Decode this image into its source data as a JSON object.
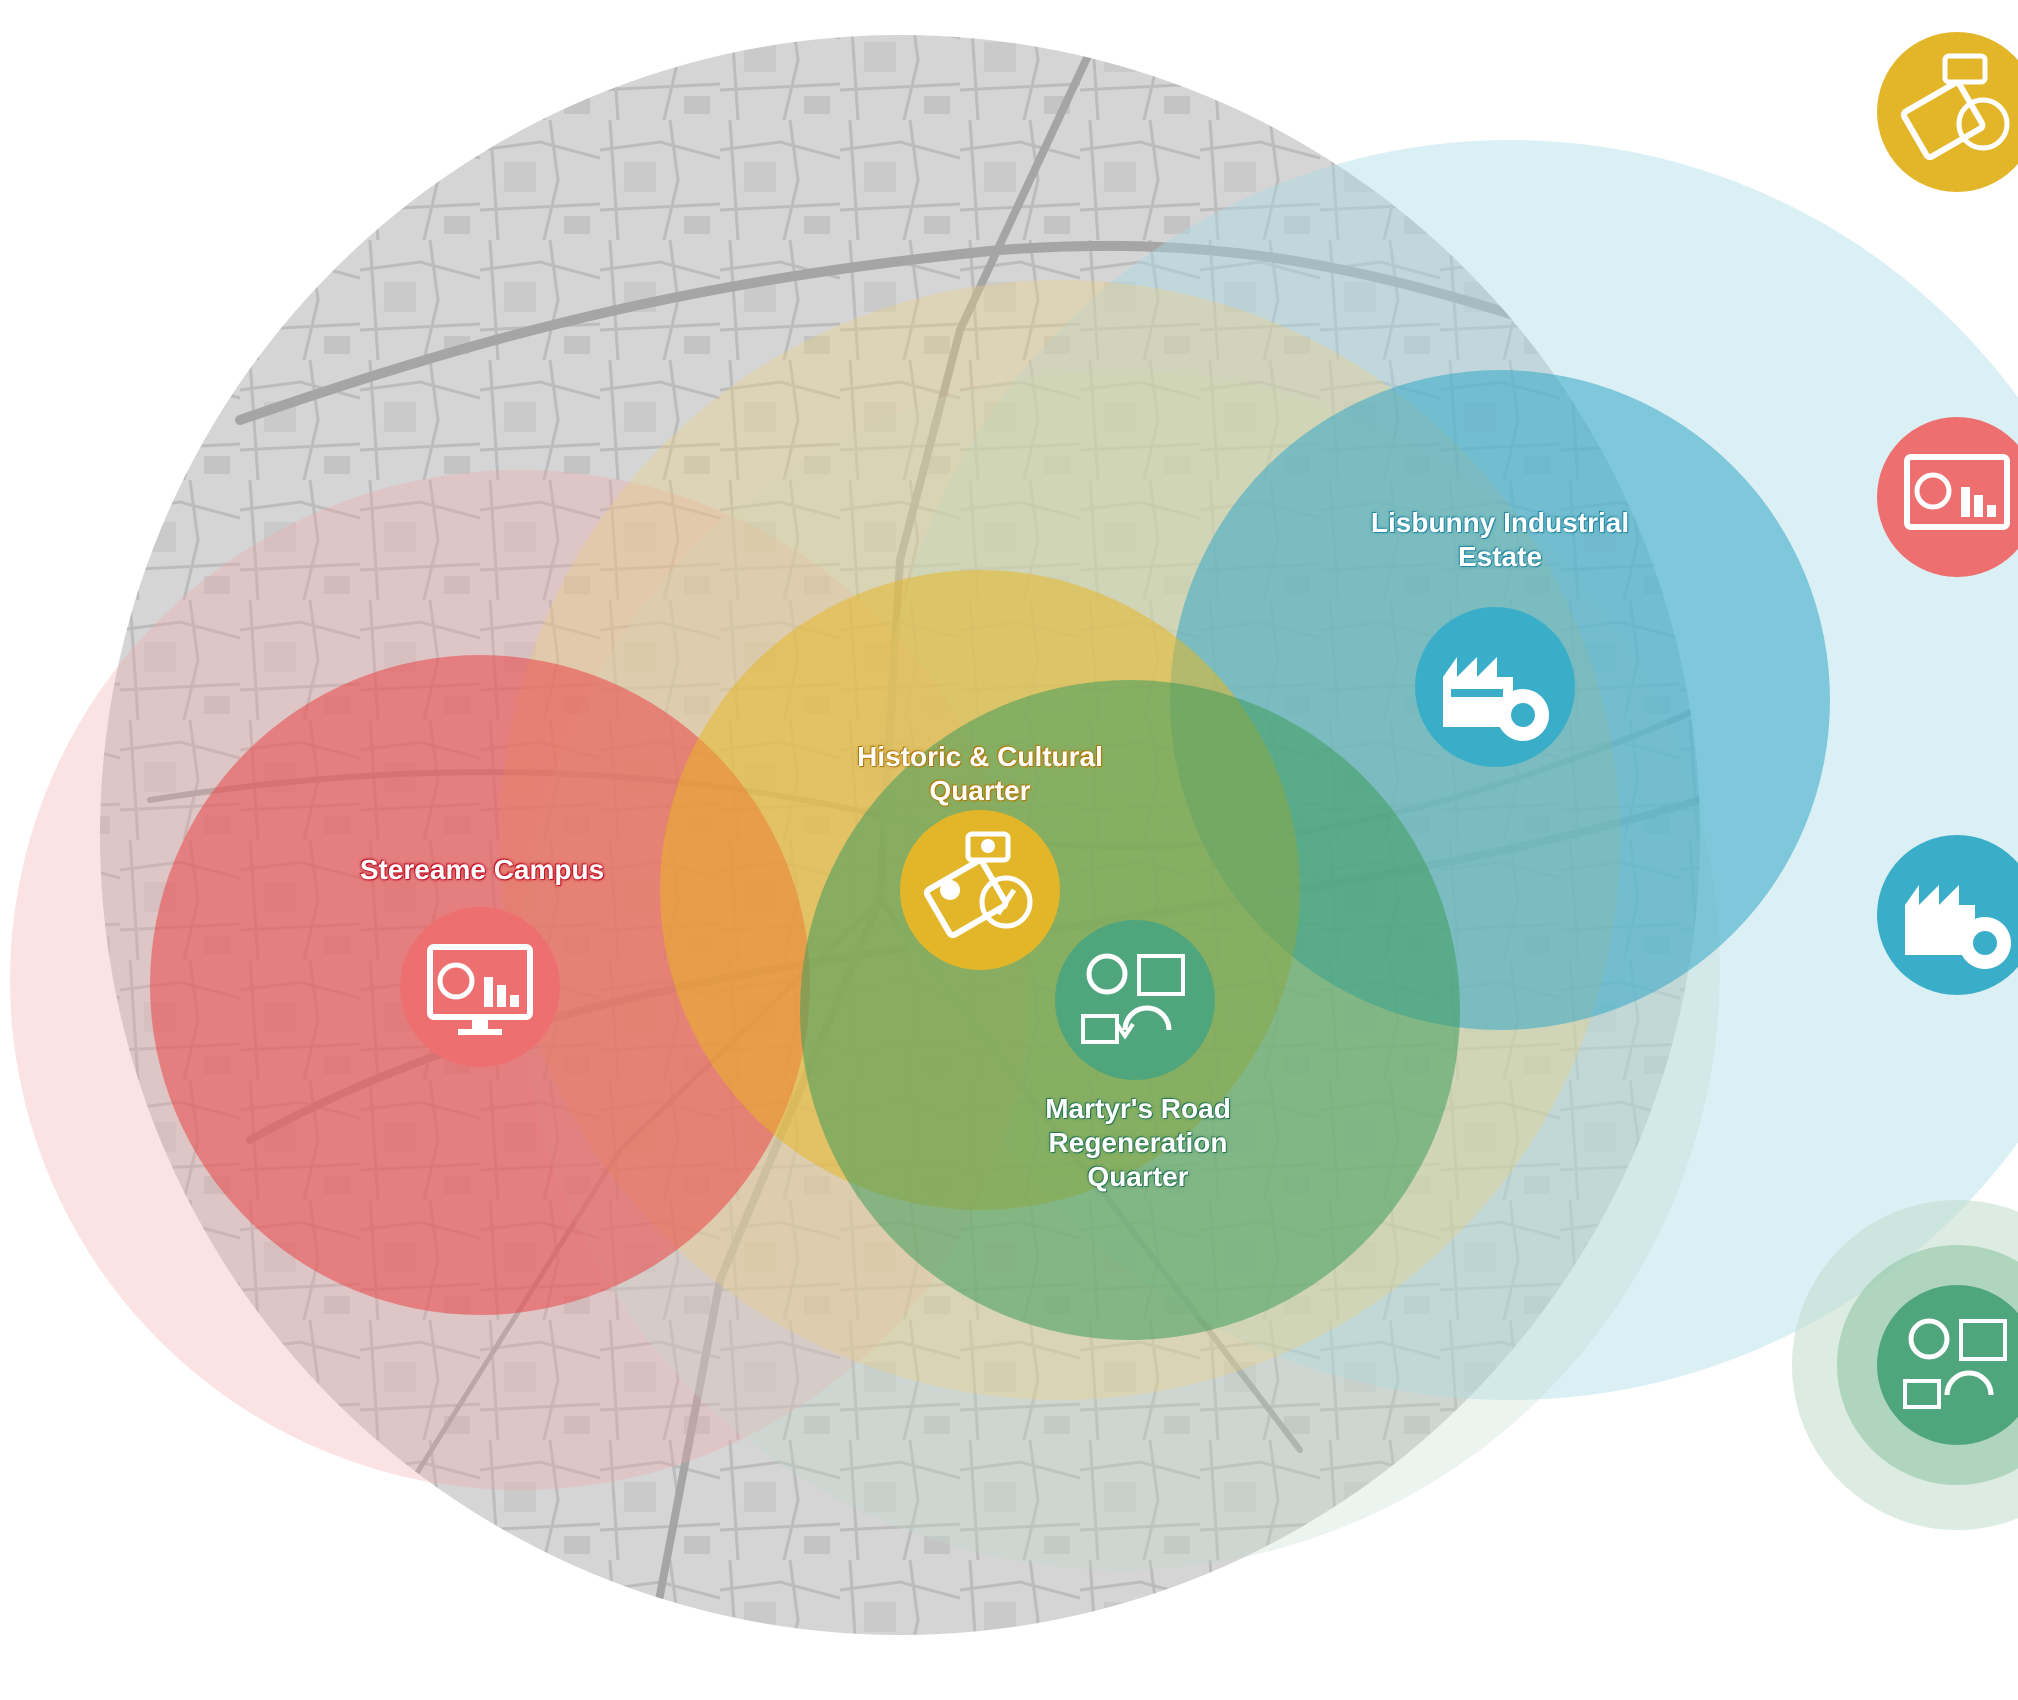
{
  "zones": {
    "stereame": {
      "label": "Stereame Campus",
      "color": "#ee6f6f",
      "icon": "monitor-chart-icon"
    },
    "historic": {
      "label_line1": "Historic & Cultural",
      "label_line2": "Quarter",
      "color": "#e3b629",
      "icon": "map-camera-compass-icon"
    },
    "lisbunny": {
      "label_line1": "Lisbunny Industrial",
      "label_line2": "Estate",
      "color": "#3aaec9",
      "icon": "factory-gear-icon"
    },
    "martyrs": {
      "label_line1": "Martyr's Road",
      "label_line2": "Regeneration",
      "label_line3": "Quarter",
      "color": "#4fa67c",
      "icon": "regeneration-icon"
    }
  },
  "legend": [
    {
      "icon": "map-camera-compass-icon",
      "color": "#e3b629"
    },
    {
      "icon": "monitor-chart-icon",
      "color": "#ee6f6f"
    },
    {
      "icon": "factory-gear-icon",
      "color": "#3aaec9"
    },
    {
      "icon": "regeneration-icon",
      "color": "#4fa67c"
    }
  ]
}
